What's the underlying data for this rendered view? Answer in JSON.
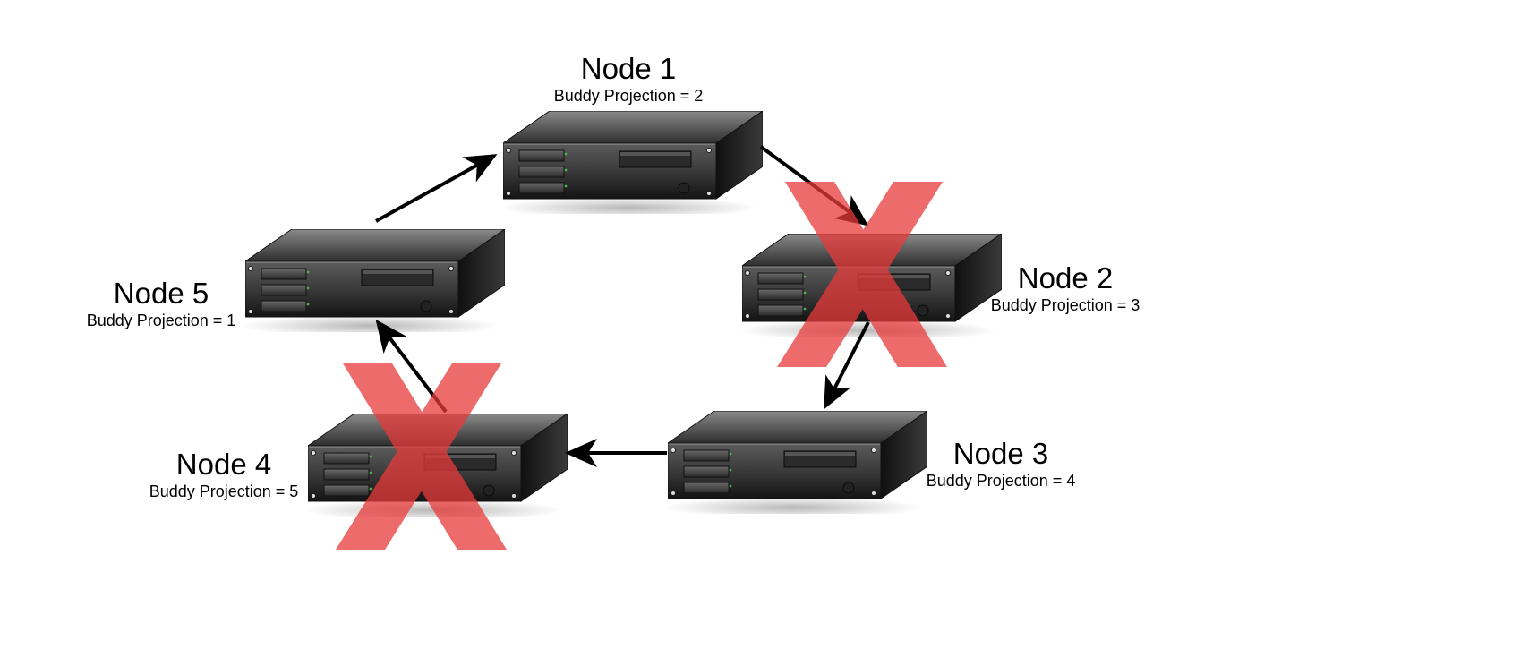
{
  "nodes": [
    {
      "id": "node-1",
      "title": "Node 1",
      "subtitle": "Buddy Projection = 2",
      "failed": false
    },
    {
      "id": "node-2",
      "title": "Node 2",
      "subtitle": "Buddy Projection = 3",
      "failed": true
    },
    {
      "id": "node-3",
      "title": "Node 3",
      "subtitle": "Buddy Projection = 4",
      "failed": false
    },
    {
      "id": "node-4",
      "title": "Node 4",
      "subtitle": "Buddy Projection = 5",
      "failed": true
    },
    {
      "id": "node-5",
      "title": "Node 5",
      "subtitle": "Buddy Projection = 1",
      "failed": false
    }
  ],
  "edges": [
    {
      "from": "Node 1",
      "to": "Node 2"
    },
    {
      "from": "Node 2",
      "to": "Node 3"
    },
    {
      "from": "Node 3",
      "to": "Node 4"
    },
    {
      "from": "Node 4",
      "to": "Node 5"
    },
    {
      "from": "Node 5",
      "to": "Node 1"
    }
  ],
  "colors": {
    "server_top_light": "#8a8a8a",
    "server_top_dark": "#2e2e2e",
    "server_front_light": "#5c5c5c",
    "server_front_dark": "#141414",
    "server_side": "#1c1c1c",
    "failure_mark": "#e83a3a",
    "arrow": "#000000",
    "led": "#4caf50"
  },
  "icons": {
    "server": "rack-server-icon",
    "failure": "red-x-failure-icon"
  }
}
